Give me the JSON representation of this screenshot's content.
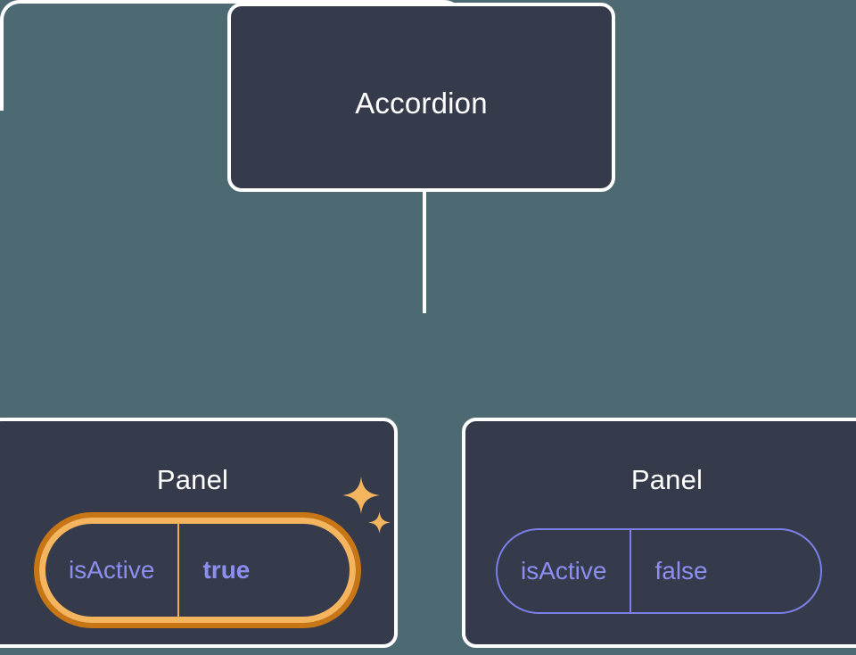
{
  "diagram": {
    "type": "component-tree",
    "background_color": "#4d6a73",
    "node_fill_color": "#353b4a",
    "node_border_color": "#ffffff",
    "connector_color": "#ffffff",
    "accent_highlight_color": "#f5b45e",
    "accent_highlight_outer_color": "#c87516",
    "prop_text_color": "#8c8ef0",
    "prop_border_color": "#7b7fe8",
    "root": {
      "title": "Accordion"
    },
    "children": [
      {
        "title": "Panel",
        "highlighted": true,
        "prop": {
          "key": "isActive",
          "value": "true"
        },
        "sparkles": [
          {
            "name": "sparkle-big"
          },
          {
            "name": "sparkle-small"
          }
        ]
      },
      {
        "title": "Panel",
        "highlighted": false,
        "prop": {
          "key": "isActive",
          "value": "false"
        }
      }
    ]
  }
}
